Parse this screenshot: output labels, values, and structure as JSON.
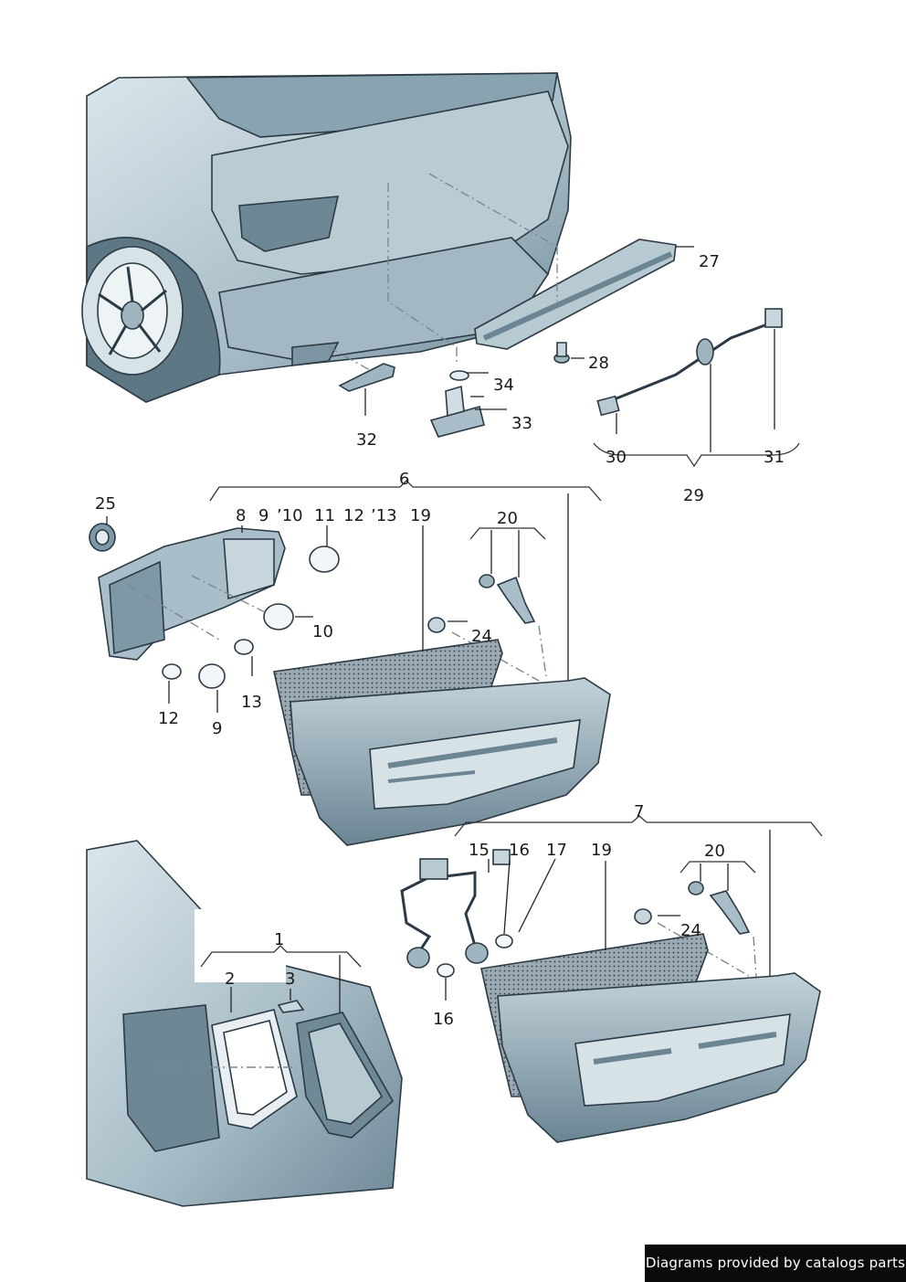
{
  "callouts": {
    "c1": "1",
    "c2": "2",
    "c3": "3",
    "c6": "6",
    "c7": "7",
    "c8": "8",
    "c9_top": "9",
    "c10_top": "’10",
    "c11": "11",
    "c12_top": "12",
    "c13_top": "’13",
    "c19_top": "19",
    "c20_top": "20",
    "c25": "25",
    "c10_side": "10",
    "c24_top": "24",
    "c12_bottom": "12",
    "c9_bottom": "9",
    "c13_bottom": "13",
    "c27": "27",
    "c28": "28",
    "c29": "29",
    "c30": "30",
    "c31": "31",
    "c32": "32",
    "c33": "33",
    "c34": "34",
    "c15": "15",
    "c16_top": "16",
    "c17": "17",
    "c19_bottom": "19",
    "c20_bottom": "20",
    "c24_bottom": "24",
    "c16_bottom": "16"
  },
  "colors": {
    "panel_light": "#c9d8df",
    "panel_mid": "#9fb5c0",
    "panel_dark": "#5f7a88",
    "outline": "#2b3a44",
    "gasket": "#8696a0",
    "badge_bg": "#0b0b0b",
    "badge_text": "#ffffff"
  },
  "footer": {
    "credit": "Diagrams provided by catalogs parts"
  }
}
